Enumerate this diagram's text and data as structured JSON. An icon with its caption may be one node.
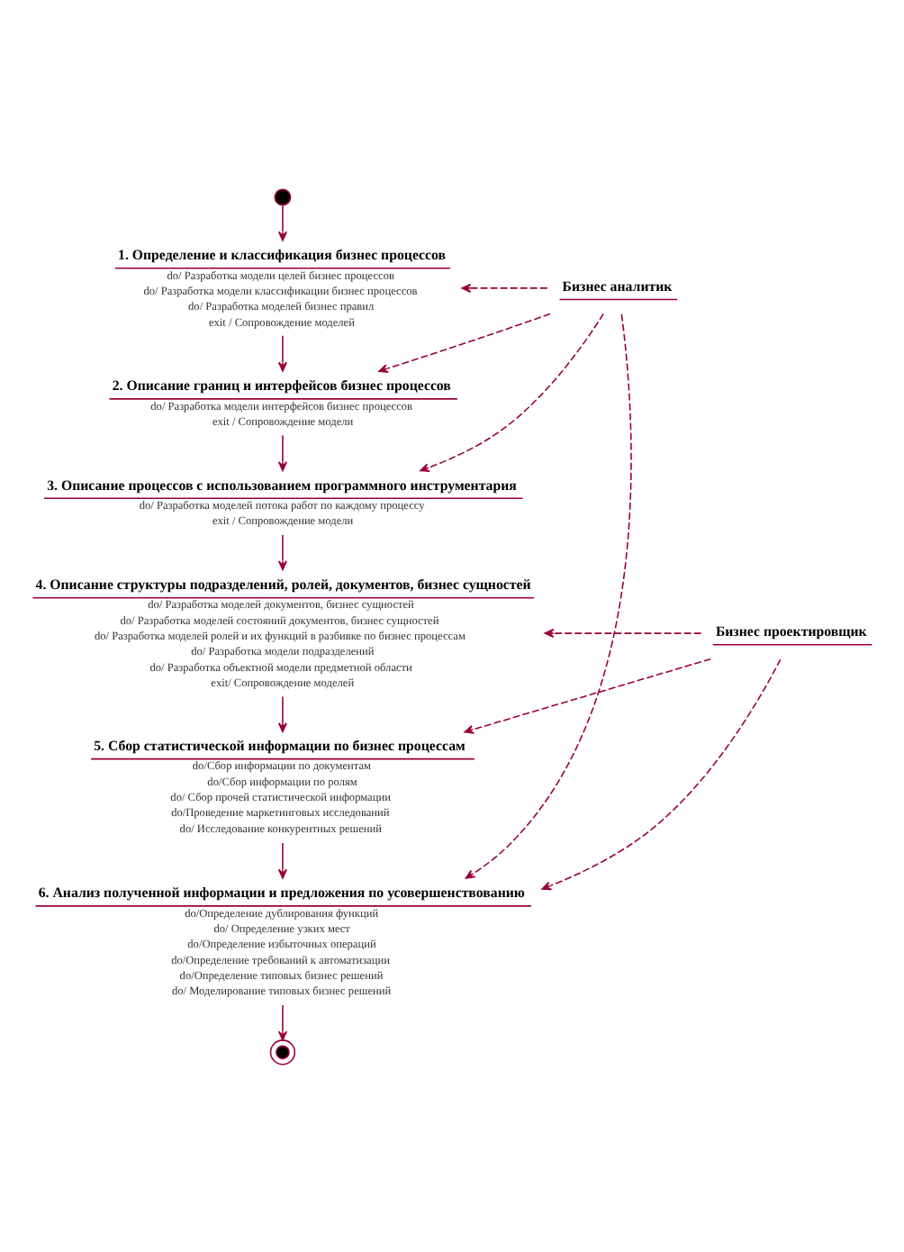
{
  "diagram": {
    "nodes": [
      {
        "text": [],
        "shape": "circle"
      },
      {
        "text": [
          "1. Определение и классификация бизнес процессов",
          "do/ Разработка модели целей бизнес процессов",
          "do/ Разработка модели классификации бизнес процессов",
          "do/ Разработка моделей бизнес правил",
          "exit / Сопровождение моделей"
        ]
      },
      {
        "text": [
          "Бизнес аналитик"
        ]
      },
      {
        "text": [
          "2. Описание границ и интерфейсов бизнес процессов",
          "do/ Разработка модели интерфейсов бизнес процессов",
          "exit / Сопровождение модели"
        ]
      },
      {
        "text": [
          "3. Описание процессов с использованием программного инструментария",
          "do/ Разработка моделей потока работ по каждому процессу",
          "exit / Сопровождение модели"
        ]
      },
      {
        "text": [
          "4. Описание структуры подразделений, ролей, документов, бизнес сущностей",
          "do/ Разработка моделей документов, бизнес сущностей",
          "do/ Разработка моделей состояний документов, бизнес сущностей",
          "do/ Разработка моделей ролей и их функций в разбивке по бизнес процессам",
          "do/ Разработка модели подразделений",
          "do/ Разработка объектной модели предметной области",
          "exit/ Сопровождение моделей"
        ]
      },
      {
        "text": [
          "Бизнес проектировщик"
        ]
      },
      {
        "text": [
          "5. Сбор статистической информации по бизнес процессам",
          "do/Сбор информации по документам",
          "do/Сбор информации по ролям",
          "do/ Сбор прочей статистической информации",
          "do/Проведение маркетинговых исследований",
          "do/ Исследование конкурентных решений"
        ]
      },
      {
        "text": [
          "6. Анализ полученной информации и предложения по усовершенствованию",
          "do/Определение дублирования функций",
          "do/ Определение узких мест",
          "do/Определение избыточных операций",
          "do/Определение требований к автоматизации",
          "do/Определение типовых бизнес решений",
          "do/ Моделирование типовых бизнес решений"
        ]
      },
      {
        "text": [],
        "shape": "circle"
      }
    ],
    "edges": [
      {
        "from": 0,
        "to": 1,
        "arrow": "to"
      },
      {
        "from": 1,
        "to": 3,
        "arrow": "to"
      },
      {
        "from": 3,
        "to": 4,
        "arrow": "to"
      },
      {
        "from": 4,
        "to": 5,
        "arrow": "to"
      },
      {
        "from": 5,
        "to": 7,
        "arrow": "to"
      },
      {
        "from": 7,
        "to": 8,
        "arrow": "to"
      },
      {
        "from": 8,
        "to": 9,
        "arrow": "to"
      },
      {
        "from": 2,
        "to": 1,
        "arrow": "to",
        "style": "dashed"
      },
      {
        "from": 2,
        "to": 3,
        "arrow": "to",
        "style": "dashed"
      },
      {
        "from": 2,
        "to": 4,
        "arrow": "to",
        "style": "dashed"
      },
      {
        "from": 2,
        "to": 8,
        "arrow": "to",
        "style": "dashed"
      },
      {
        "from": 6,
        "to": 5,
        "arrow": "to",
        "style": "dashed"
      },
      {
        "from": 6,
        "to": 7,
        "arrow": "to",
        "style": "dashed"
      },
      {
        "from": 6,
        "to": 8,
        "arrow": "to",
        "style": "dashed"
      }
    ]
  }
}
